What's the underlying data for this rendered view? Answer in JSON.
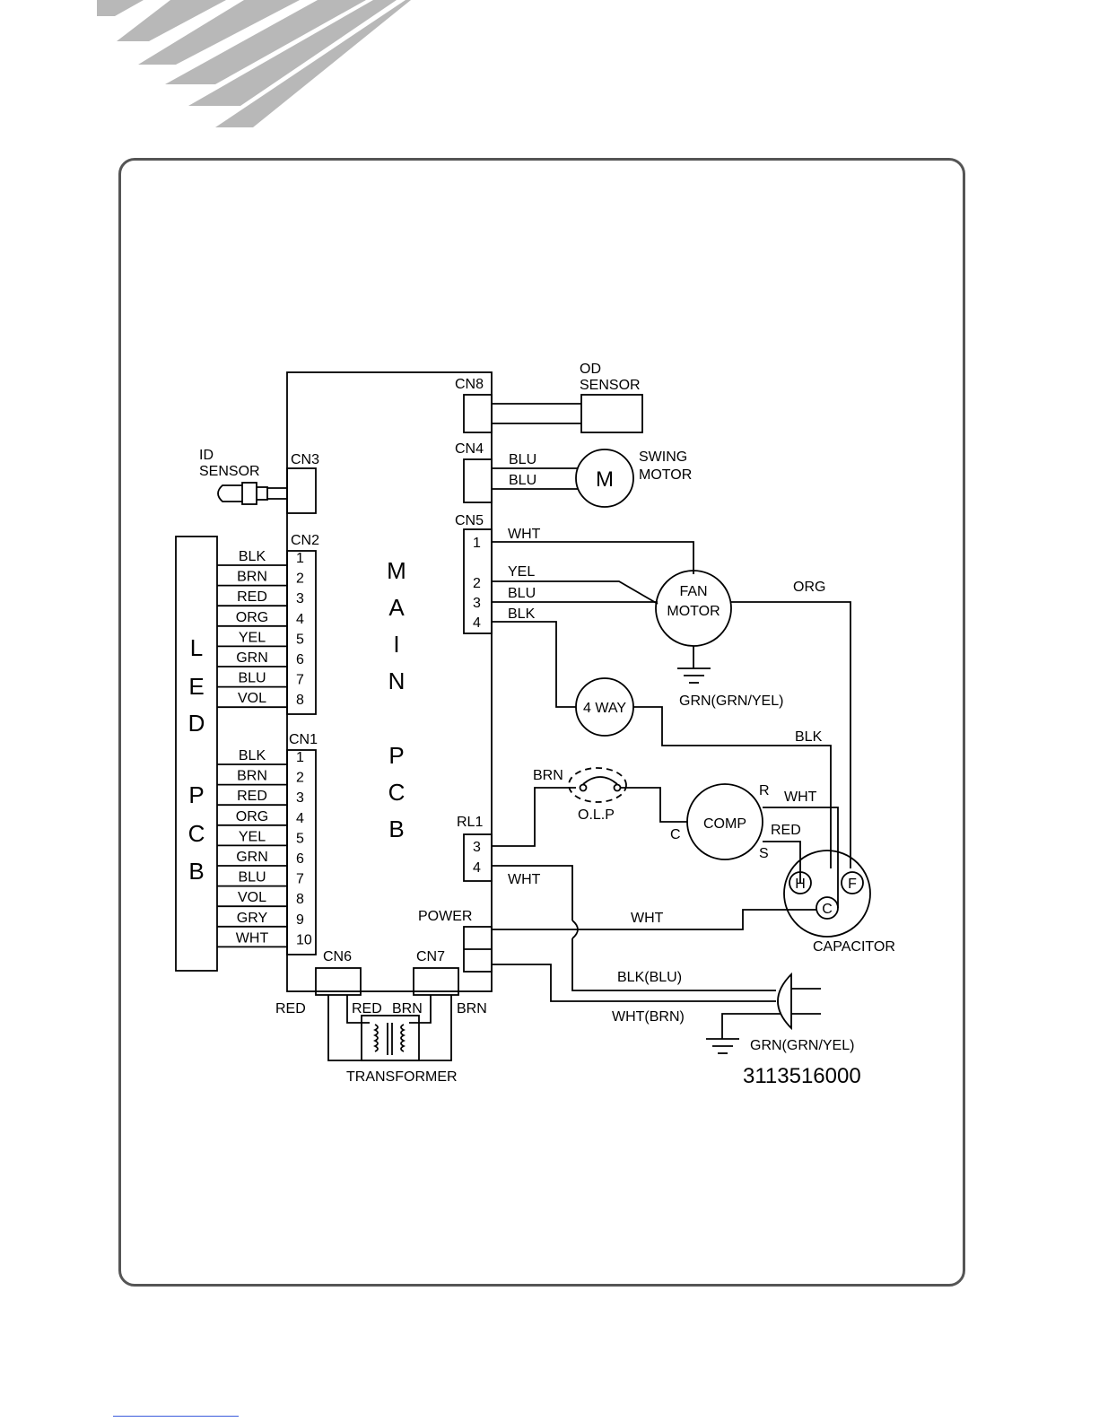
{
  "main_pcb": {
    "letters": [
      "M",
      "A",
      "I",
      "N",
      "P",
      "C",
      "B"
    ]
  },
  "led_pcb": {
    "letters": [
      "L",
      "E",
      "D",
      "P",
      "C",
      "B"
    ]
  },
  "connectors": {
    "cn8": "CN8",
    "cn4": "CN4",
    "cn5": "CN5",
    "cn3": "CN3",
    "cn2": "CN2",
    "cn1": "CN1",
    "cn6": "CN6",
    "cn7": "CN7",
    "rl1": "RL1",
    "power": "POWER"
  },
  "cn2_wires": [
    "BLK",
    "BRN",
    "RED",
    "ORG",
    "YEL",
    "GRN",
    "BLU",
    "VOL"
  ],
  "cn2_pins": [
    "1",
    "2",
    "3",
    "4",
    "5",
    "6",
    "7",
    "8"
  ],
  "cn1_wires": [
    "BLK",
    "BRN",
    "RED",
    "ORG",
    "YEL",
    "GRN",
    "BLU",
    "VOL",
    "GRY",
    "WHT"
  ],
  "cn1_pins": [
    "1",
    "2",
    "3",
    "4",
    "5",
    "6",
    "7",
    "8",
    "9",
    "10"
  ],
  "cn5_pins": [
    "1",
    "2",
    "3",
    "4"
  ],
  "cn5_wires": [
    "WHT",
    "YEL",
    "BLU",
    "BLK"
  ],
  "rl1_pins": [
    "3",
    "4"
  ],
  "components": {
    "od_sensor": [
      "OD",
      "SENSOR"
    ],
    "id_sensor": [
      "ID",
      "SENSOR"
    ],
    "swing_motor": [
      "SWING",
      "MOTOR"
    ],
    "swing_m": "M",
    "fan_motor": [
      "FAN",
      "MOTOR"
    ],
    "four_way": "4 WAY",
    "olp": "O.L.P",
    "comp": "COMP",
    "comp_r": "R",
    "comp_s": "S",
    "comp_c": "C",
    "cap_h": "H",
    "cap_c": "C",
    "cap_f": "F",
    "capacitor": "CAPACITOR",
    "transformer": "TRANSFORMER"
  },
  "wire_labels": {
    "swing_blu_1": "BLU",
    "swing_blu_2": "BLU",
    "fan_org": "ORG",
    "fan_ground": "GRN(GRN/YEL)",
    "four_way_blk": "BLK",
    "olp_brn": "BRN",
    "comp_wht": "WHT",
    "comp_red": "RED",
    "rl1_wht": "WHT",
    "power_wht": "WHT",
    "plug_blk": "BLK(BLU)",
    "plug_wht": "WHT(BRN)",
    "plug_ground": "GRN(GRN/YEL)",
    "trans_red_out": "RED",
    "trans_red_in": "RED",
    "trans_brn_in": "BRN",
    "trans_brn_out": "BRN"
  },
  "doc_number": "3113516000"
}
